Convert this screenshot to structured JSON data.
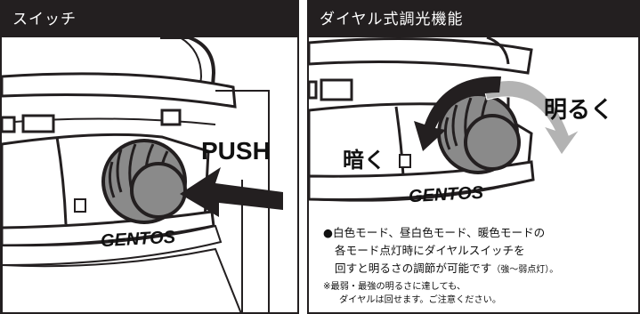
{
  "left_panel": {
    "title": "スイッチ",
    "push_label": "PUSH",
    "brand": "GENTOS"
  },
  "right_panel": {
    "title": "ダイヤル式調光機能",
    "bright_label": "明るく",
    "dark_label": "暗く",
    "brand": "GENTOS",
    "description": {
      "line1": "●白色モード、昼白色モード、暖色モードの",
      "line2": "各モード点灯時にダイヤルスイッチを",
      "line3_main": "回すと明るさの調節が可能です",
      "line3_small": "（強～弱点灯）。"
    },
    "note": {
      "line1": "※最弱・最強の明るさに達しても、",
      "line2": "ダイヤルは回せます。ご注意ください。"
    }
  },
  "colors": {
    "header_bg": "#231f20",
    "knob_gray": "#8a8a8a",
    "arrow_gray": "#b3b3b3"
  }
}
